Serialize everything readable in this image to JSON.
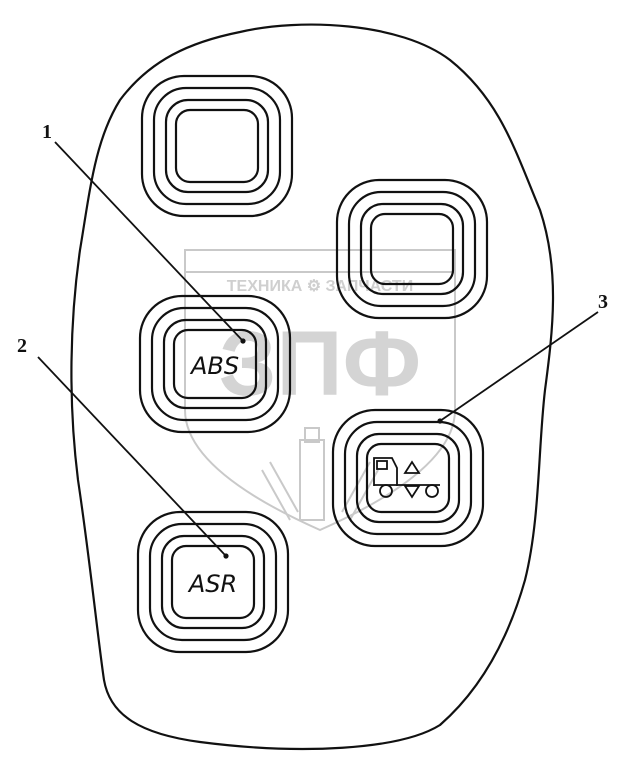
{
  "watermark": {
    "top_text": "ТЕХНИКА ⚙ ЗАПЧАСТИ",
    "big_text": "ЗПФ"
  },
  "buttons": {
    "abs_label": "ABS",
    "asr_label": "ASR"
  },
  "callouts": {
    "one": "1",
    "two": "2",
    "three": "3"
  }
}
